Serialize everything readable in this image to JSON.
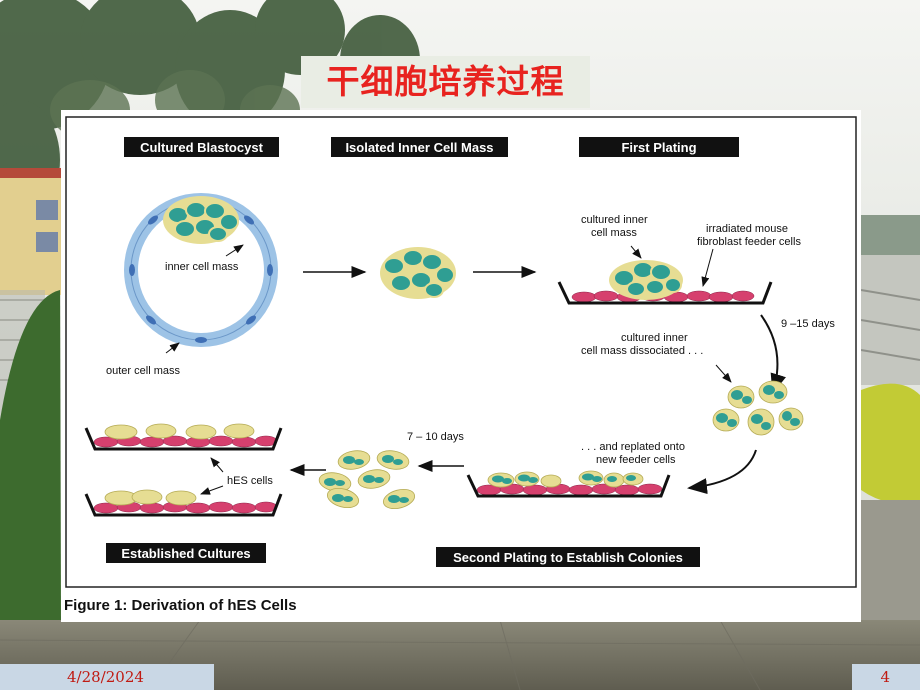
{
  "slide": {
    "title": "干细胞培养过程",
    "date": "4/28/2024",
    "page_number": "4",
    "title_color": "#e8231f"
  },
  "diagram": {
    "headers": {
      "blastocyst": "Cultured Blastocyst",
      "inner_mass": "Isolated Inner Cell Mass",
      "first_plating": "First Plating",
      "second_plating": "Second Plating to Establish Colonies",
      "established": "Established Cultures"
    },
    "labels": {
      "inner_cell_mass": "inner cell mass",
      "outer_cell_mass": "outer cell mass",
      "cultured_inner_1": "cultured inner",
      "cultured_inner_2": "cell mass",
      "feeder_1": "irradiated mouse",
      "feeder_2": "fibroblast feeder cells",
      "days_9_15": "9 –15 days",
      "dissociated_1": "cultured inner",
      "dissociated_2": "cell mass dissociated . . .",
      "replated_1": ". . . and replated onto",
      "replated_2": "new feeder cells",
      "days_7_10": "7 – 10 days",
      "hes_cells": "hES cells"
    },
    "caption": "Figure 1:  Derivation of hES Cells",
    "colors": {
      "cell_teal": "#2f9e93",
      "cell_yellow": "#e6dd93",
      "feeder_pink": "#d6406e",
      "membrane_blue": "#9dc3e6",
      "header_black": "#111111"
    }
  }
}
